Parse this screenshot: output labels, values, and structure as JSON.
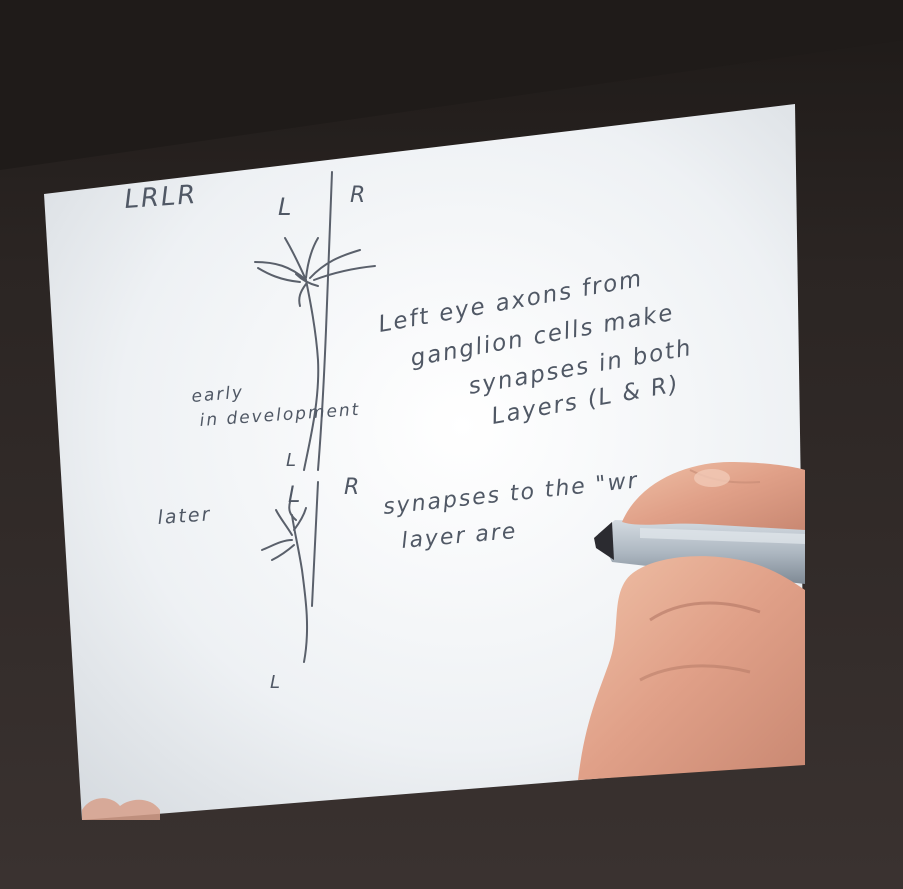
{
  "whiteboard": {
    "heading_pattern": "LRLR",
    "early_label_L": "L",
    "early_label_R": "R",
    "early_bottom_L": "L",
    "later_label_L": "L",
    "later_label_R": "R",
    "later_bottom_L": "L",
    "stage_early_line1": "early",
    "stage_early_line2": "in development",
    "stage_later": "later",
    "note1_line1": "Left eye axons from",
    "note1_line2": "ganglion cells make",
    "note1_line3": "synapses in both",
    "note1_line4": "Layers (L & R)",
    "note2_line1": "synapses to the \"wr",
    "note2_line2": "layer are"
  },
  "colors": {
    "ink": "#505865",
    "board": "#f2f4f6",
    "frame": "#2a2523",
    "skin": "#e0a38b",
    "marker_body": "#b9c2cb"
  },
  "icons": [
    "hand-holding-marker",
    "neuron-sketch"
  ]
}
